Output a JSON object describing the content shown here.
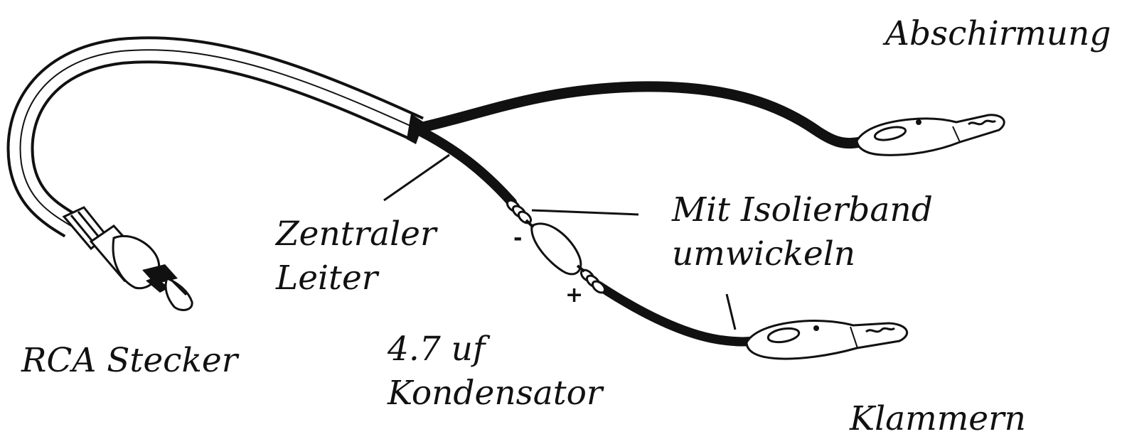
{
  "colors": {
    "line": "#111111",
    "background": "#ffffff"
  },
  "labels": {
    "shield": "Abschirmung",
    "tape_line1": "Mit Isolierband",
    "tape_line2": "umwickeln",
    "center_line1": "Zentraler",
    "center_line2": "Leiter",
    "rca": "RCA Stecker",
    "cap_line1": "4.7 uf",
    "cap_line2": "Kondensator",
    "clips": "Klammern",
    "minus": "-",
    "plus": "+"
  }
}
